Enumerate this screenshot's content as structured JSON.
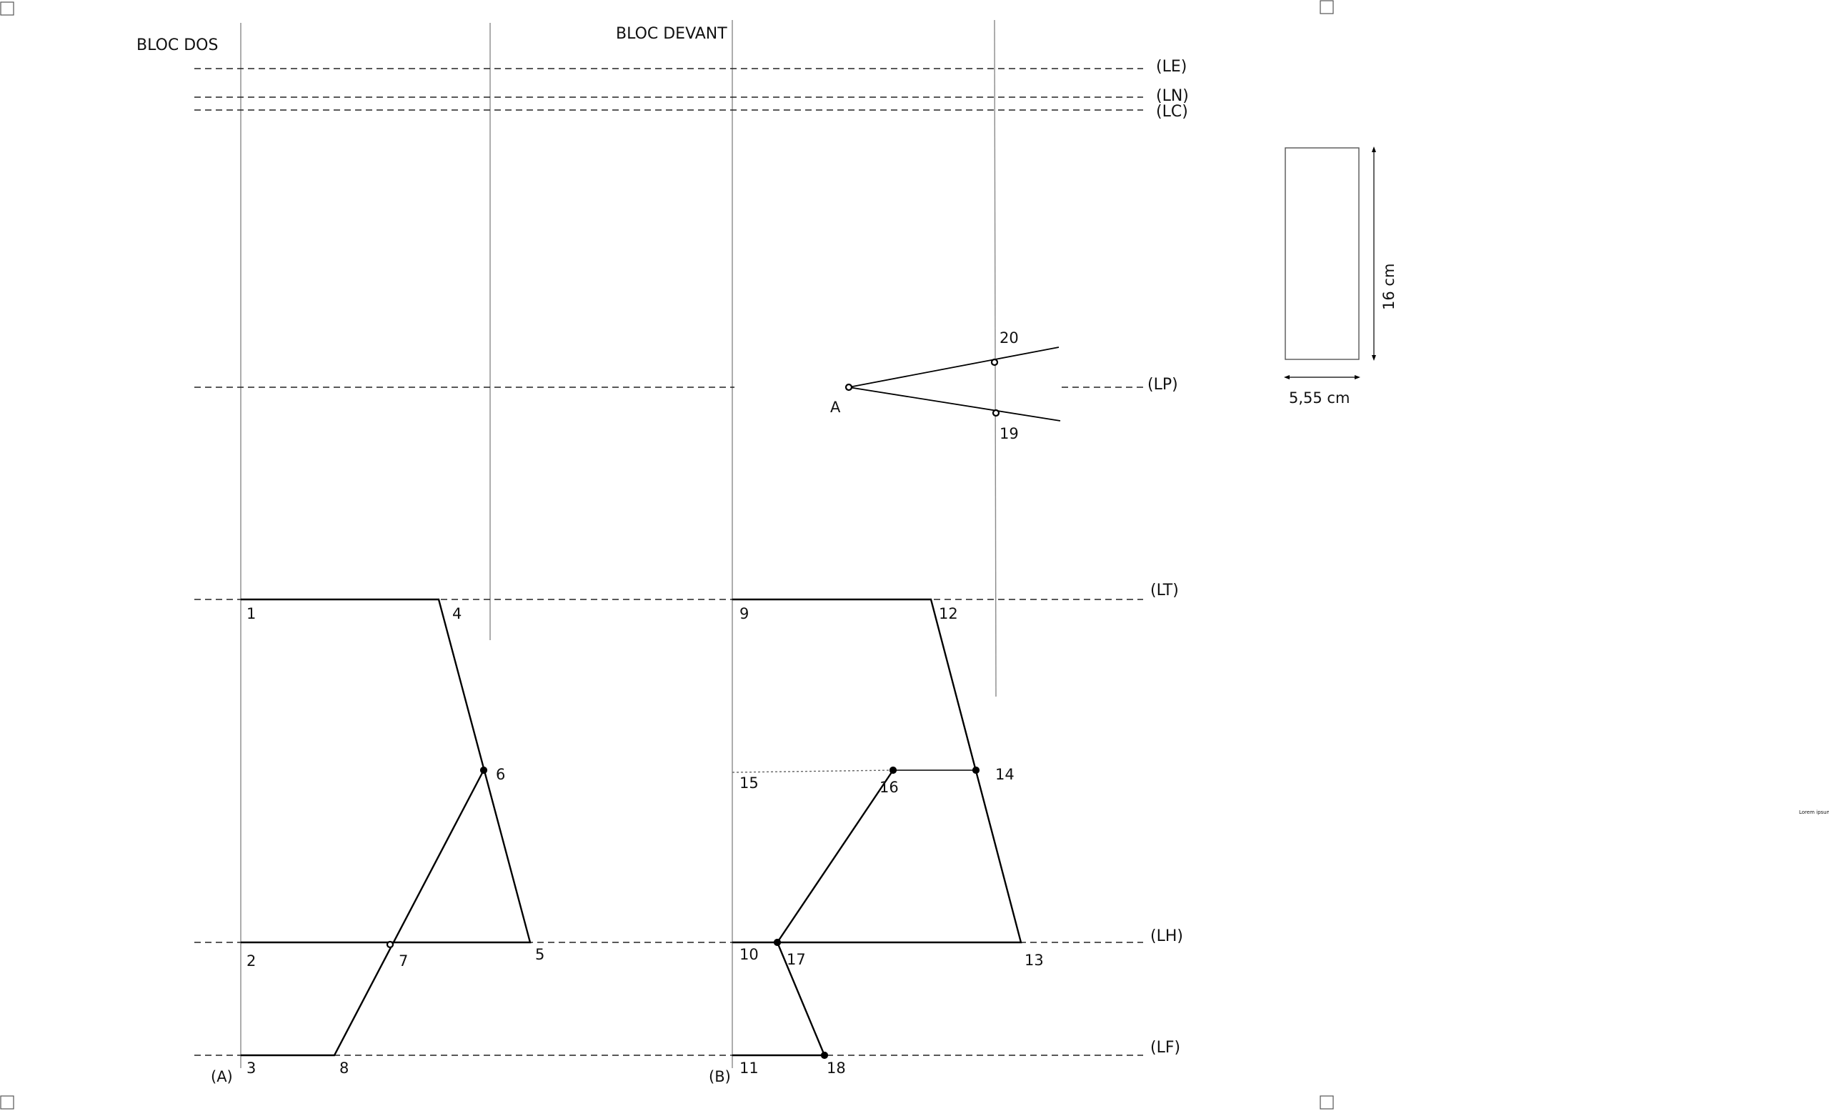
{
  "titles": {
    "back": "BLOC DOS",
    "front": "BLOC DEVANT"
  },
  "guides": {
    "le": "(LE)",
    "ln": "(LN)",
    "lc": "(LC)",
    "lp": "(LP)",
    "lt": "(LT)",
    "lh": "(LH)",
    "lf": "(LF)"
  },
  "blocks": {
    "a": "(A)",
    "b": "(B)"
  },
  "points": {
    "p1": "1",
    "p2": "2",
    "p3": "3",
    "p4": "4",
    "p5": "5",
    "p6": "6",
    "p7": "7",
    "p8": "8",
    "p9": "9",
    "p10": "10",
    "p11": "11",
    "p12": "12",
    "p13": "13",
    "p14": "14",
    "p15": "15",
    "p16": "16",
    "p17": "17",
    "p18": "18",
    "p19": "19",
    "p20": "20",
    "pa": "A"
  },
  "sample": {
    "height": "16 cm",
    "width": "5,55 cm"
  },
  "side_note": "Lorem ipsum"
}
